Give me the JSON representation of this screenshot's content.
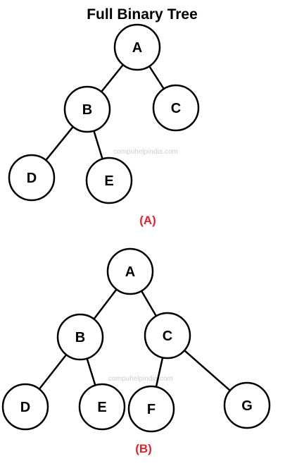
{
  "title": "Full Binary Tree",
  "watermark": "compuhelpindia.com",
  "colors": {
    "caption": "#e8202a",
    "watermark": "#cfcfcf",
    "stroke": "#000000"
  },
  "trees": [
    {
      "caption": "(A)",
      "nodes": [
        "A",
        "B",
        "C",
        "D",
        "E"
      ],
      "edges": [
        [
          "A",
          "B"
        ],
        [
          "A",
          "C"
        ],
        [
          "B",
          "D"
        ],
        [
          "B",
          "E"
        ]
      ]
    },
    {
      "caption": "(B)",
      "nodes": [
        "A",
        "B",
        "C",
        "D",
        "E",
        "F",
        "G"
      ],
      "edges": [
        [
          "A",
          "B"
        ],
        [
          "A",
          "C"
        ],
        [
          "B",
          "D"
        ],
        [
          "B",
          "E"
        ],
        [
          "C",
          "F"
        ],
        [
          "C",
          "G"
        ]
      ]
    }
  ]
}
